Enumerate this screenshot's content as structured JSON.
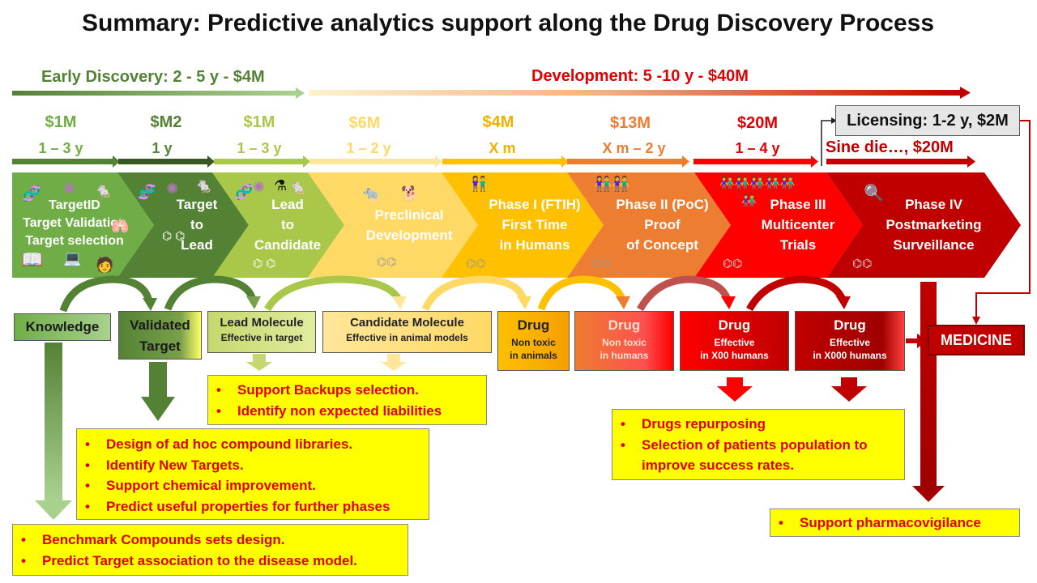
{
  "title": "Summary: Predictive analytics support along the Drug Discovery Process",
  "timeline": {
    "early_discovery": "Early Discovery: 2 - 5 y  -  $4M",
    "development": "Development: 5 -10 y  - $40M",
    "licensing": "Licensing: 1-2 y, $2M",
    "sine_die": "Sine die…, $20M"
  },
  "stages": [
    {
      "cost": "$1M",
      "duration": "1 – 3 y",
      "lines": [
        "TargetID",
        "Target Validation",
        "Target selection"
      ]
    },
    {
      "cost": "$M2",
      "duration": "1 y",
      "lines": [
        "Target",
        "to",
        "Lead"
      ]
    },
    {
      "cost": "$1M",
      "duration": "1 – 3 y",
      "lines": [
        "Lead",
        "to",
        "Candidate"
      ]
    },
    {
      "cost": "$6M",
      "duration": "1 – 2 y",
      "lines": [
        "Preclinical",
        "Development"
      ]
    },
    {
      "cost": "$4M",
      "duration": "X m",
      "lines": [
        "Phase I (FTIH)",
        "First Time",
        "in Humans"
      ]
    },
    {
      "cost": "$13M",
      "duration": "X m – 2 y",
      "lines": [
        "Phase II (PoC)",
        "Proof",
        "of Concept"
      ]
    },
    {
      "cost": "$20M",
      "duration": "1 – 4 y",
      "lines": [
        "Phase III",
        "Multicenter",
        "Trials"
      ]
    },
    {
      "cost": "",
      "duration": "",
      "lines": [
        "Phase IV",
        "Postmarketing",
        "Surveillance"
      ]
    }
  ],
  "outputs": [
    {
      "title": "Knowledge",
      "sub": ""
    },
    {
      "title": "Validated Target",
      "sub": ""
    },
    {
      "title": "Lead Molecule",
      "sub": "Effective in target"
    },
    {
      "title": "Candidate Molecule",
      "sub": "Effective in animal models"
    },
    {
      "title": "Drug",
      "sub1": "Non toxic",
      "sub2": "in animals"
    },
    {
      "title": "Drug",
      "sub1": "Non toxic",
      "sub2": "in humans"
    },
    {
      "title": "Drug",
      "sub1": "Effective",
      "sub2": "in X00 humans"
    },
    {
      "title": "Drug",
      "sub1": "Effective",
      "sub2": "in X000 humans"
    },
    {
      "title": "MEDICINE"
    }
  ],
  "support_boxes": {
    "backups": [
      "Support Backups selection.",
      "Identify non expected liabilities"
    ],
    "design": [
      "Design of ad hoc compound libraries.",
      "Identify New Targets.",
      "Support chemical improvement.",
      "Predict useful properties for further phases"
    ],
    "benchmark": [
      "Benchmark Compounds sets design.",
      "Predict Target association to the disease model."
    ],
    "repurposing": [
      "Drugs repurposing",
      "Selection of patients population to",
      "improve success rates."
    ],
    "pharmacovigilance": [
      "Support pharmacovigilance"
    ]
  },
  "colors": {
    "early": "#548235",
    "development": "#e00000",
    "stage_fills": [
      "#70ad47",
      "#548235",
      "#a9c84a",
      "#ffd966",
      "#ffc000",
      "#ed7d31",
      "#ff0000",
      "#c00000"
    ]
  },
  "icons": [
    "dna-icon",
    "protein-icon",
    "mouse-icon",
    "lungs-icon",
    "book-icon",
    "laptop-icon",
    "scientist-icon",
    "flask-icon",
    "dog-icon",
    "people-icon",
    "magnifier-icon",
    "molecule-icon"
  ]
}
